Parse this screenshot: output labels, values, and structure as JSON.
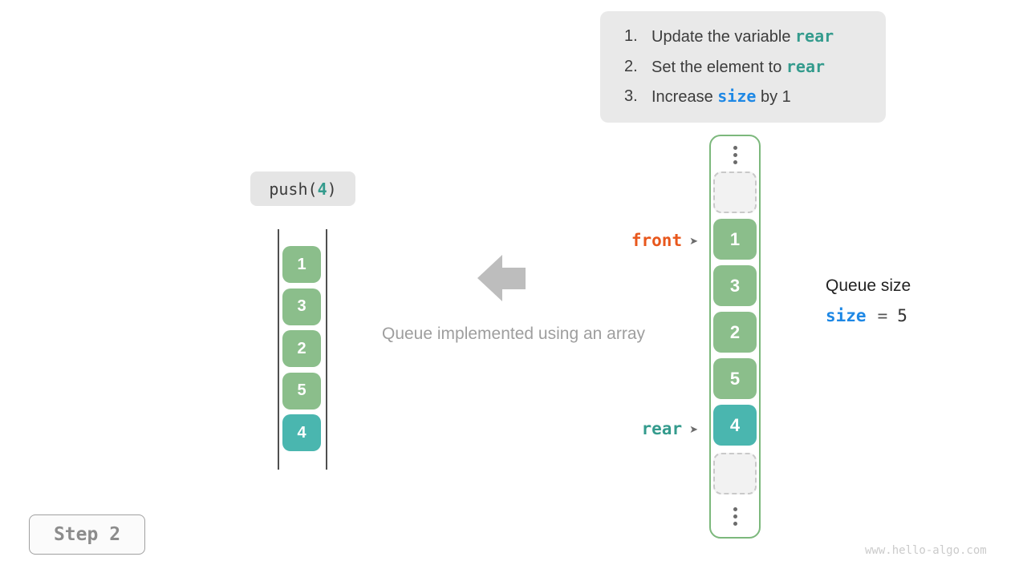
{
  "colors": {
    "cell_green": "#8bbe8b",
    "cell_teal": "#4ab6af",
    "code_teal": "#349b8d",
    "code_blue": "#1e88e5",
    "front_orange": "#e8571c",
    "queue_border_green": "#7cb87c",
    "arrow_gray": "#bdbdbd"
  },
  "instructions": {
    "items": [
      {
        "number": "1.",
        "prefix": "Update the variable ",
        "code": "rear",
        "suffix": ""
      },
      {
        "number": "2.",
        "prefix": "Set the element to ",
        "code": "rear",
        "suffix": ""
      },
      {
        "number": "3.",
        "prefix": "Increase ",
        "code": "size",
        "suffix": " by 1"
      }
    ]
  },
  "operation": {
    "prefix": "push(",
    "arg": "4",
    "suffix": ")"
  },
  "left_array": {
    "values": [
      "1",
      "3",
      "2",
      "5",
      "4"
    ]
  },
  "caption": "Queue implemented using an array",
  "right_array": {
    "values": [
      "1",
      "3",
      "2",
      "5",
      "4"
    ]
  },
  "pointers": {
    "front_label": "front",
    "rear_label": "rear"
  },
  "queue_size": {
    "title": "Queue size",
    "variable": "size",
    "equals": "=",
    "value": "5"
  },
  "step_label": "Step 2",
  "watermark": "www.hello-algo.com"
}
